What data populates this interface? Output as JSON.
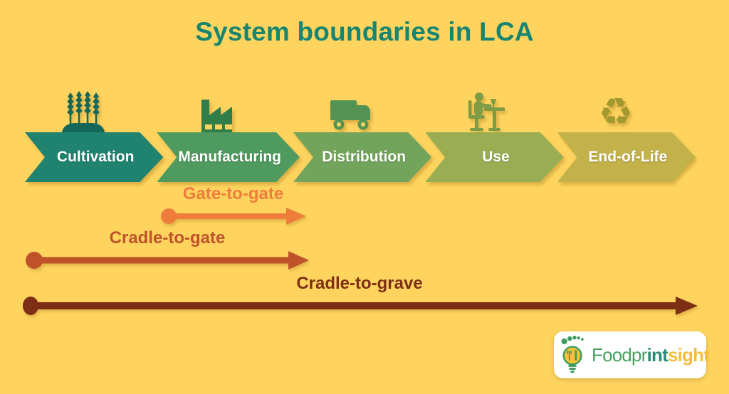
{
  "title": "System boundaries in LCA",
  "colors": {
    "background": "#FED45F",
    "title": "#17856F"
  },
  "stages": [
    {
      "label": "Cultivation",
      "icon": "wheat-icon",
      "color": "#20836F",
      "icon_color": "#14685A"
    },
    {
      "label": "Manufacturing",
      "icon": "factory-icon",
      "color": "#4F9A5E",
      "icon_color": "#2F7D49"
    },
    {
      "label": "Distribution",
      "icon": "truck-icon",
      "color": "#73A45C",
      "icon_color": "#549353"
    },
    {
      "label": "Use",
      "icon": "person-at-desk-icon",
      "color": "#9AAD53",
      "icon_color": "#7E9B45"
    },
    {
      "label": "End-of-Life",
      "icon": "recycle-icon",
      "color": "#C3B149",
      "icon_color": "#A2982F"
    }
  ],
  "boundaries": [
    {
      "label": "Gate-to-gate",
      "color": "#EE7D3C"
    },
    {
      "label": "Cradle-to-gate",
      "color": "#C0522A"
    },
    {
      "label": "Cradle-to-grave",
      "color": "#7D2E15"
    }
  ],
  "logo": {
    "parts": [
      {
        "text": "Foodpr",
        "color": "#45A15E"
      },
      {
        "text": "int",
        "color": "#2B8A75"
      },
      {
        "text": "sight",
        "color": "#F3BE3B"
      }
    ],
    "icon_green": "#3E9B5F",
    "bulb_yellow": "#F6C335",
    "recycle_glyph": "♻"
  }
}
